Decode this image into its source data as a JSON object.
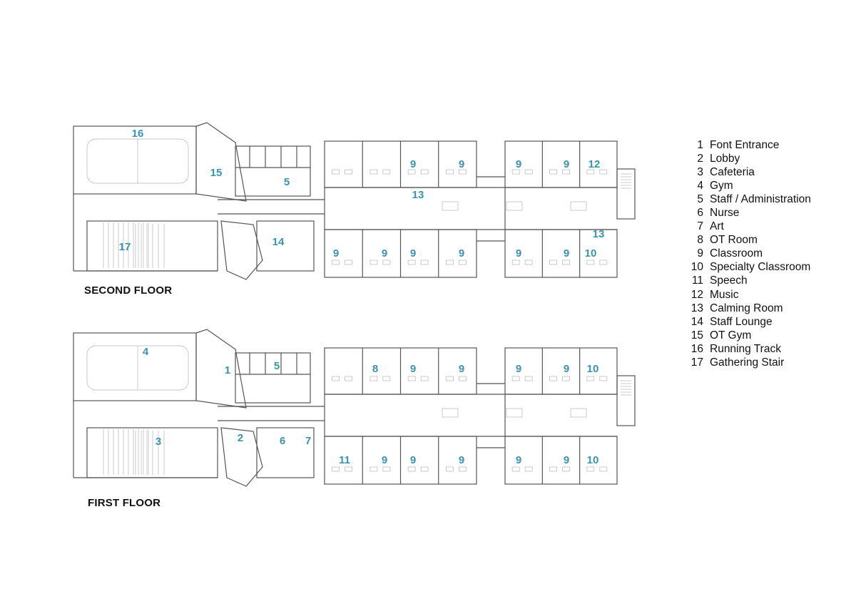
{
  "floors": {
    "second": {
      "title": "SECOND FLOOR"
    },
    "first": {
      "title": "FIRST FLOOR"
    }
  },
  "room_labels": {
    "second": [
      "16",
      "15",
      "5",
      "9",
      "9",
      "9",
      "9",
      "12",
      "13",
      "14",
      "17",
      "9",
      "9",
      "9",
      "9",
      "9",
      "9",
      "13",
      "10"
    ],
    "first": [
      "4",
      "1",
      "5",
      "8",
      "9",
      "9",
      "9",
      "9",
      "10",
      "3",
      "2",
      "6",
      "7",
      "11",
      "9",
      "9",
      "9",
      "9",
      "9",
      "10"
    ]
  },
  "legend": [
    {
      "num": "1",
      "label": "Font Entrance"
    },
    {
      "num": "2",
      "label": "Lobby"
    },
    {
      "num": "3",
      "label": "Cafeteria"
    },
    {
      "num": "4",
      "label": "Gym"
    },
    {
      "num": "5",
      "label": "Staff / Administration"
    },
    {
      "num": "6",
      "label": "Nurse"
    },
    {
      "num": "7",
      "label": "Art"
    },
    {
      "num": "8",
      "label": "OT Room"
    },
    {
      "num": "9",
      "label": "Classroom"
    },
    {
      "num": "10",
      "label": "Specialty Classroom"
    },
    {
      "num": "11",
      "label": "Speech"
    },
    {
      "num": "12",
      "label": "Music"
    },
    {
      "num": "13",
      "label": "Calming Room"
    },
    {
      "num": "14",
      "label": "Staff Lounge"
    },
    {
      "num": "15",
      "label": "OT Gym"
    },
    {
      "num": "16",
      "label": "Running Track"
    },
    {
      "num": "17",
      "label": "Gathering Stair"
    }
  ],
  "colors": {
    "label": "#3a93b0",
    "wall": "#555555",
    "fixture": "#b5b5b5"
  }
}
